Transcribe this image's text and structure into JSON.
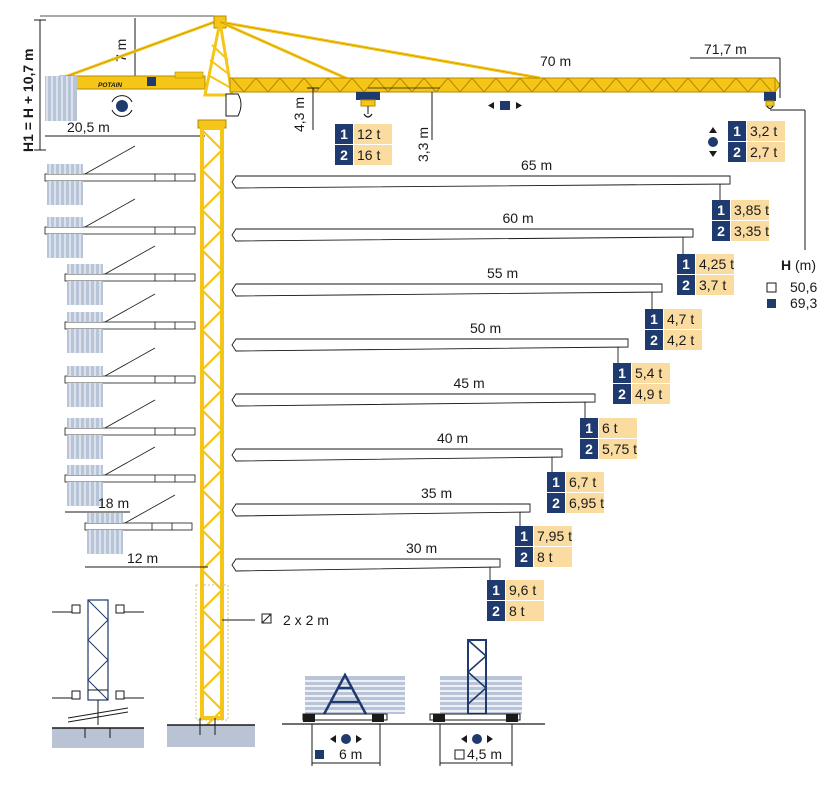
{
  "colors": {
    "crane_yellow": "#f5c518",
    "crane_outline": "#b58a00",
    "navy": "#1f3a6e",
    "load_cell": "#fbdca0",
    "ground": "#b9c3d3",
    "stack": "#b8c4d8",
    "ink": "#1a1a1a"
  },
  "dimensions": {
    "h1_formula": "H1 = H + 10,7 m",
    "top_height": "7 m",
    "counter_jib": "20,5 m",
    "pivot_to_jib": "4,3 m",
    "hook_drop": "3,3 m",
    "jib_max": "70 m",
    "jib_tip": "71,7 m",
    "radius_18": "18 m",
    "radius_12": "12 m",
    "mast_section": "2 x 2 m",
    "base_fixed": "6 m",
    "base_travel": "4,5 m"
  },
  "brand": "POTAIN",
  "height_legend": {
    "title": "H",
    "unit": " (m)",
    "entries": [
      {
        "marker": "hollow",
        "value": "50,6"
      },
      {
        "marker": "filled",
        "value": "69,3"
      }
    ]
  },
  "load_charts": [
    {
      "id": "70",
      "label": "",
      "rows": [
        {
          "n": "1",
          "t": "12 t"
        },
        {
          "n": "2",
          "t": "16 t"
        }
      ]
    },
    {
      "id": "71.7",
      "label": "",
      "rows": [
        {
          "n": "1",
          "t": "3,2 t"
        },
        {
          "n": "2",
          "t": "2,7 t"
        }
      ]
    },
    {
      "id": "65",
      "label": "65 m",
      "rows": [
        {
          "n": "1",
          "t": "3,85 t"
        },
        {
          "n": "2",
          "t": "3,35 t"
        }
      ]
    },
    {
      "id": "60",
      "label": "60 m",
      "rows": [
        {
          "n": "1",
          "t": "4,25 t"
        },
        {
          "n": "2",
          "t": "3,7 t"
        }
      ]
    },
    {
      "id": "55",
      "label": "55 m",
      "rows": [
        {
          "n": "1",
          "t": "4,7 t"
        },
        {
          "n": "2",
          "t": "4,2 t"
        }
      ]
    },
    {
      "id": "50",
      "label": "50 m",
      "rows": [
        {
          "n": "1",
          "t": "5,4 t"
        },
        {
          "n": "2",
          "t": "4,9 t"
        }
      ]
    },
    {
      "id": "45",
      "label": "45 m",
      "rows": [
        {
          "n": "1",
          "t": "6 t"
        },
        {
          "n": "2",
          "t": "5,75 t"
        }
      ]
    },
    {
      "id": "40",
      "label": "40 m",
      "rows": [
        {
          "n": "1",
          "t": "6,7 t"
        },
        {
          "n": "2",
          "t": "6,95 t"
        }
      ]
    },
    {
      "id": "35",
      "label": "35 m",
      "rows": [
        {
          "n": "1",
          "t": "7,95 t"
        },
        {
          "n": "2",
          "t": "8 t"
        }
      ]
    },
    {
      "id": "30",
      "label": "30 m",
      "rows": [
        {
          "n": "1",
          "t": "9,6 t"
        },
        {
          "n": "2",
          "t": "8 t"
        }
      ]
    }
  ]
}
